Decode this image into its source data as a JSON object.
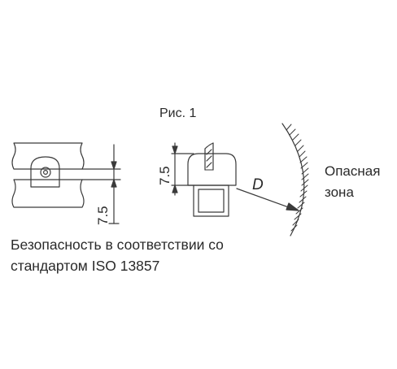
{
  "figure": {
    "title": "Рис. 1",
    "dimension_left": "7.5",
    "dimension_middle": "7.5",
    "distance_label": "D"
  },
  "danger_zone": {
    "line1": "Опасная",
    "line2": "зона"
  },
  "caption": {
    "line1": "Безопасность в соответствии со",
    "line2": "стандартом ISO 13857"
  },
  "colors": {
    "stroke": "#3a3a3a",
    "text": "#2a2a2a"
  }
}
